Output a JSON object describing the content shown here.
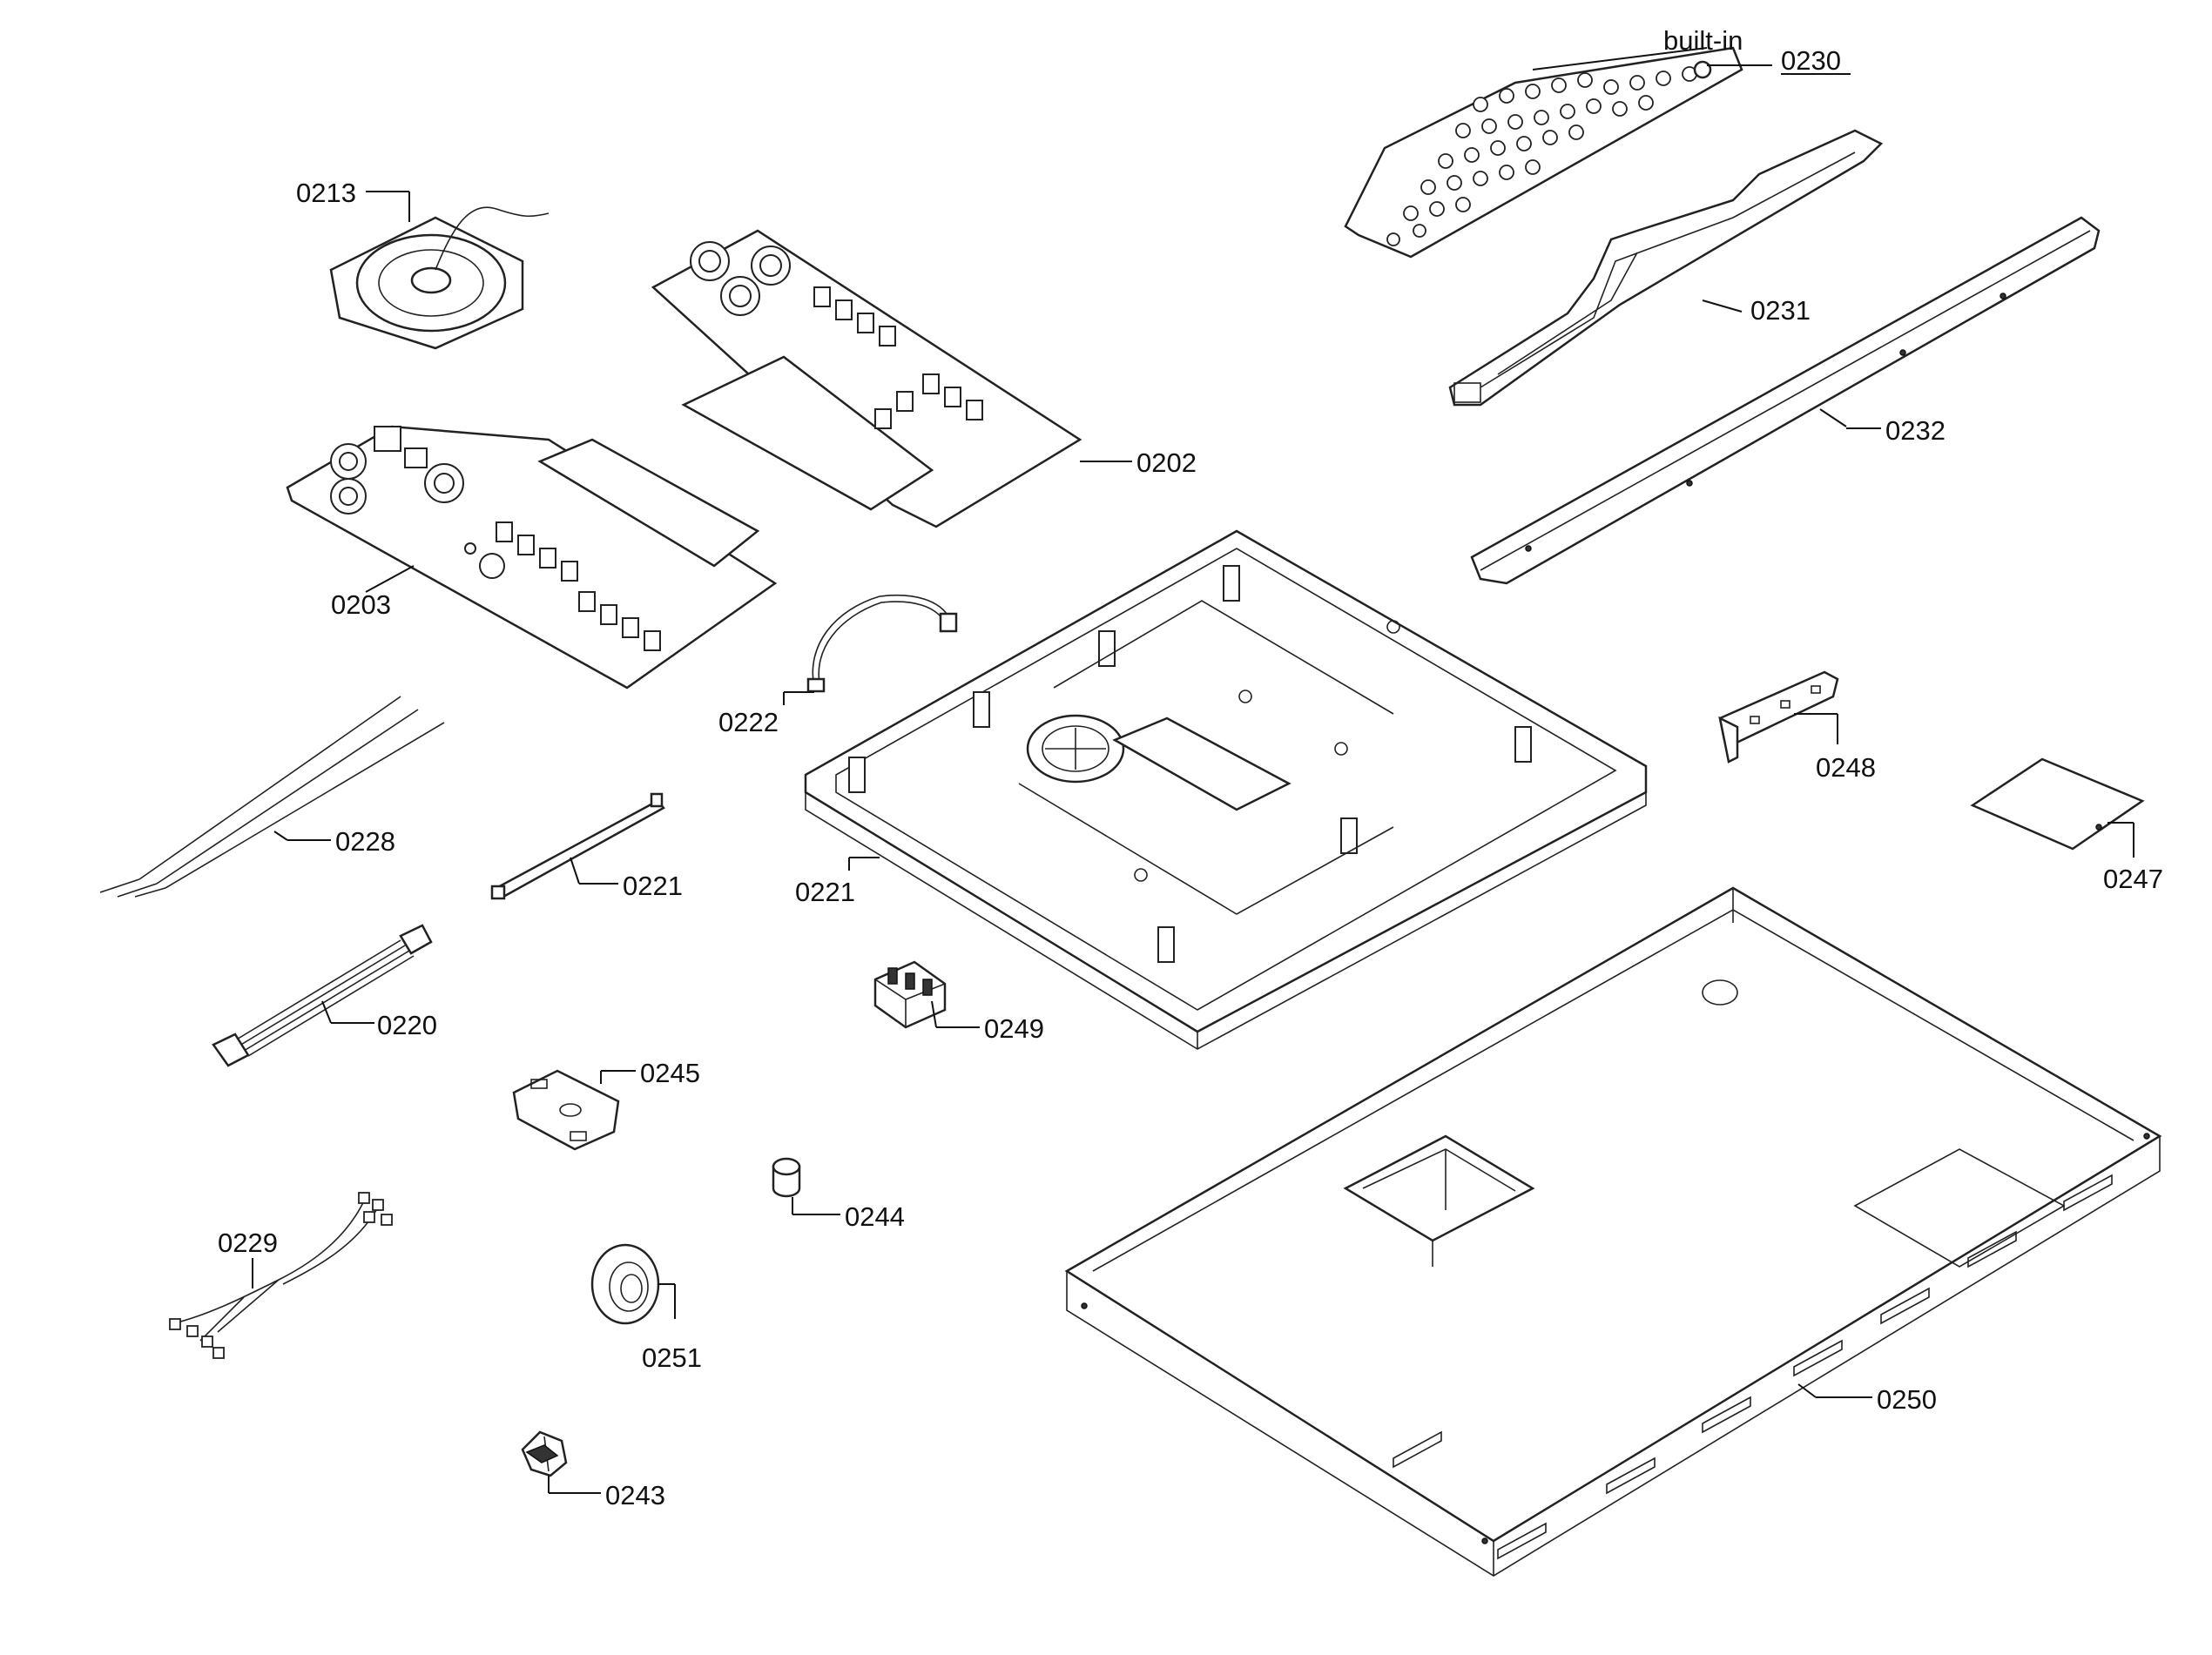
{
  "diagram": {
    "parts": {
      "p0230": "0230",
      "p0230_note": "built-in",
      "p0231": "0231",
      "p0232": "0232",
      "p0213": "0213",
      "p0202": "0202",
      "p0203": "0203",
      "p0222": "0222",
      "p0228": "0228",
      "p0221a": "0221",
      "p0221b": "0221",
      "p0248": "0248",
      "p0247": "0247",
      "p0220": "0220",
      "p0249": "0249",
      "p0245": "0245",
      "p0244": "0244",
      "p0229": "0229",
      "p0251": "0251",
      "p0250": "0250",
      "p0243": "0243"
    }
  }
}
